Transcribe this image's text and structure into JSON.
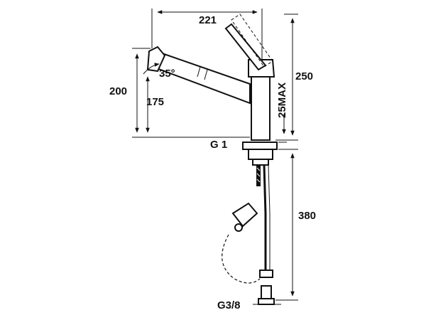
{
  "dimensions": {
    "spout_reach": "221",
    "total_height": "250",
    "spout_height": "200",
    "outlet_height": "175",
    "swivel_angle": "35°",
    "counter_thickness": "25MAX",
    "mount_thread": "G 1",
    "hose_length": "380",
    "connection_thread": "G3/8"
  }
}
